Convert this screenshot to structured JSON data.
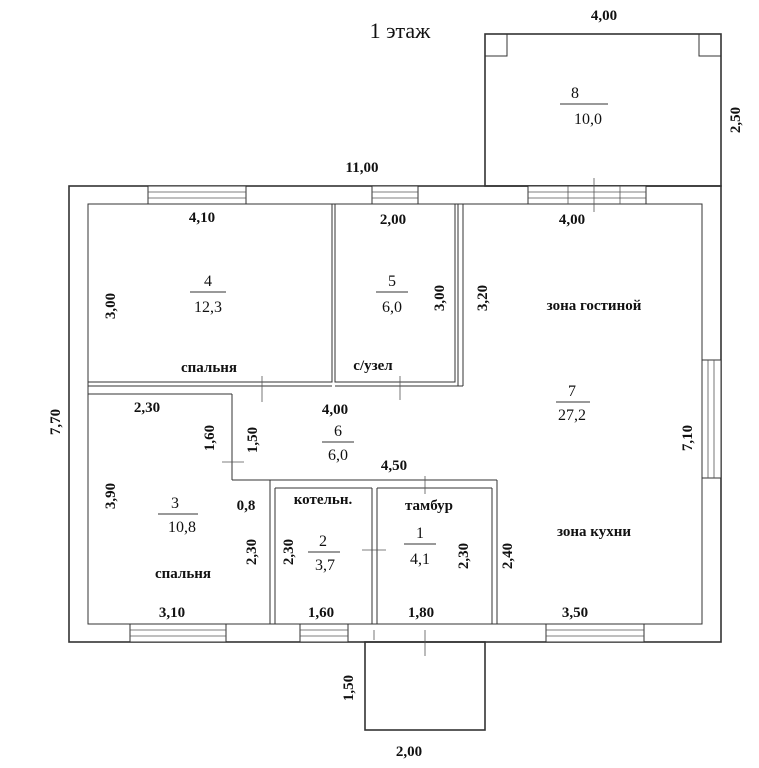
{
  "title": "1 этаж",
  "rooms": [
    {
      "id": "4",
      "number": "4",
      "area": "12,3",
      "name": "спальня"
    },
    {
      "id": "5",
      "number": "5",
      "area": "6,0",
      "name": "с/узел"
    },
    {
      "id": "7",
      "number": "7",
      "area": "27,2",
      "zones": [
        "зона гостиной",
        "зона кухни"
      ]
    },
    {
      "id": "8",
      "number": "8",
      "area": "10,0"
    },
    {
      "id": "6",
      "number": "6",
      "area": "6,0"
    },
    {
      "id": "3",
      "number": "3",
      "area": "10,8",
      "name": "спальня"
    },
    {
      "id": "2",
      "number": "2",
      "area": "3,7",
      "name": "котельн."
    },
    {
      "id": "1",
      "number": "1",
      "area": "4,1",
      "name": "тамбур"
    }
  ],
  "dimensions": {
    "terrace_width": "4,00",
    "terrace_depth": "2,50",
    "house_width": "11,00",
    "house_depth": "7,70",
    "r4_width": "4,10",
    "r4_depth": "3,00",
    "r5_width": "2,00",
    "r5_depth": "3,00",
    "r7_top_width": "4,00",
    "r7_partial_depth": "3,20",
    "r7_depth": "7,10",
    "r7_bottom_width": "3,50",
    "hall_left_width": "2,30",
    "hall_depth_a": "1,60",
    "hall_depth_b": "1,50",
    "hall_width": "4,00",
    "hall_width_b": "4,50",
    "r3_depth": "3,90",
    "r3_width": "3,10",
    "niche": "0,8",
    "r3_side": "2,30",
    "r2_depth": "2,30",
    "r2_width": "1,60",
    "r1_depth": "2,30",
    "r1_width": "1,80",
    "r7_side": "2,40",
    "porch_depth": "1,50",
    "porch_width": "2,00"
  }
}
